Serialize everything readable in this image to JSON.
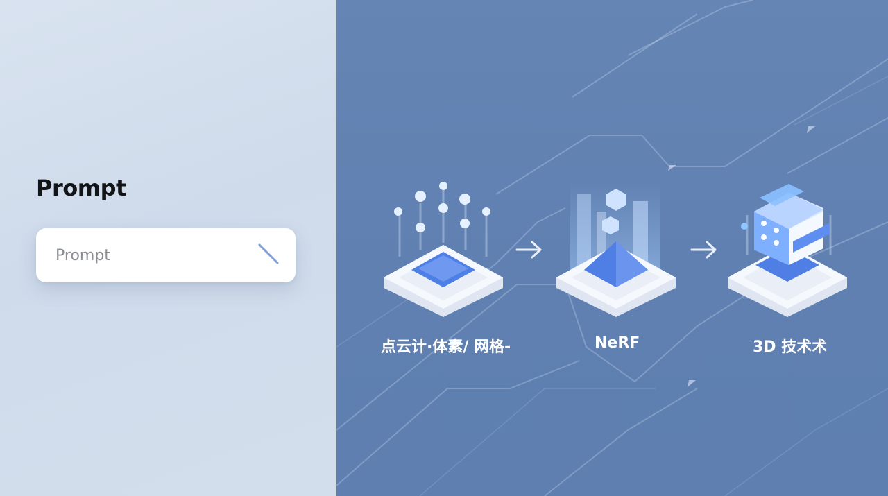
{
  "prompt_panel": {
    "heading": "Prompt",
    "input_placeholder": "Prompt",
    "input_value": ""
  },
  "pipeline": {
    "stages": [
      {
        "label": "点云计·体素/ 网格-",
        "icon": "point-cloud-icon"
      },
      {
        "label": "NeRF",
        "icon": "nerf-icon"
      },
      {
        "label": "3D 技术术",
        "icon": "3d-model-icon"
      }
    ],
    "arrow_icon": "arrow-right-icon"
  },
  "colors": {
    "left_background": "#d2deed",
    "right_background": "#6282b2",
    "accent_blue": "#4f7fe0",
    "platform_white": "#f3f6fb"
  }
}
